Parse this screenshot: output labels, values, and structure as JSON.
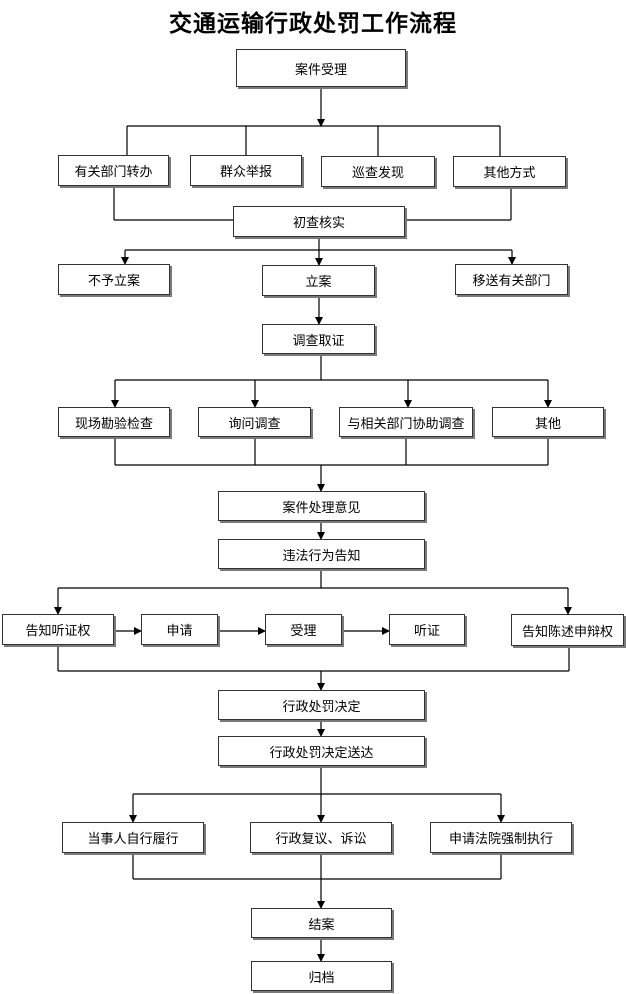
{
  "title": "交通运输行政处罚工作流程",
  "nodes": {
    "accept": "案件受理",
    "src1": "有关部门转办",
    "src2": "群众举报",
    "src3": "巡查发现",
    "src4": "其他方式",
    "prelim": "初查核实",
    "no_case": "不予立案",
    "file_case": "立案",
    "transfer": "移送有关部门",
    "investigate": "调查取证",
    "inv1": "现场勘验检查",
    "inv2": "询问调查",
    "inv3": "与相关部门协助调查",
    "inv4": "其他",
    "opinion": "案件处理意见",
    "notice": "违法行为告知",
    "hear_notice": "告知听证权",
    "apply": "申请",
    "accept2": "受理",
    "hearing": "听证",
    "defend": "告知陈述申辩权",
    "decision": "行政处罚决定",
    "deliver": "行政处罚决定送达",
    "comply": "当事人自行履行",
    "review": "行政复议、诉讼",
    "enforce": "申请法院强制执行",
    "close": "结案",
    "archive": "归档"
  }
}
